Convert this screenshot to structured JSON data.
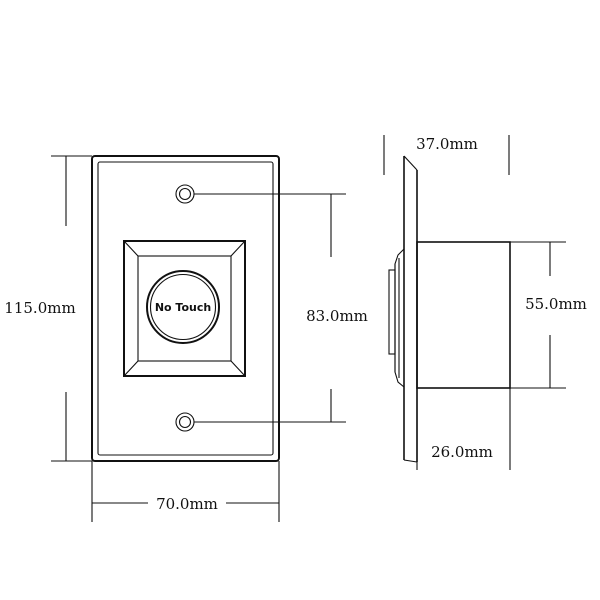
{
  "button": {
    "label": "No Touch"
  },
  "dimensions": {
    "height": "115.0mm",
    "width": "70.0mm",
    "hole_spacing": "83.0mm",
    "side_depth": "37.0mm",
    "side_body_height": "55.0mm",
    "side_body_depth": "26.0mm"
  },
  "colors": {
    "line": "#111111",
    "background": "#ffffff"
  }
}
